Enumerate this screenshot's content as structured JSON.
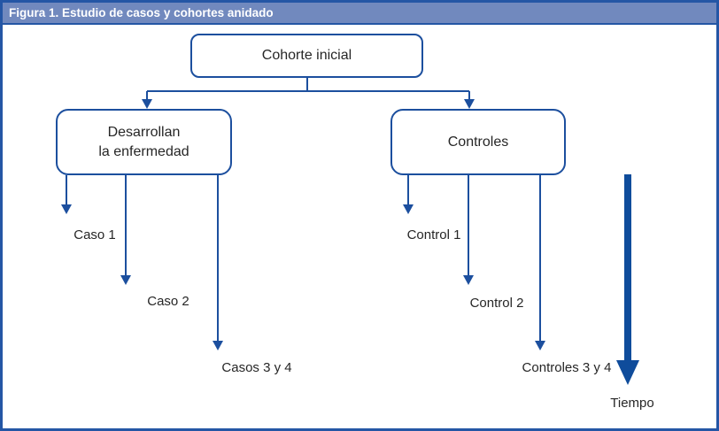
{
  "header": {
    "figure_label": "Figura 1.",
    "title": "Estudio de casos y cohortes anidado"
  },
  "flowchart": {
    "root_box": "Cohorte inicial",
    "cases_box": {
      "line1": "Desarrollan",
      "line2": "la enfermedad"
    },
    "controls_box": "Controles",
    "case_labels": [
      "Caso 1",
      "Caso 2",
      "Casos 3 y 4"
    ],
    "control_labels": [
      "Control 1",
      "Control 2",
      "Controles 3 y 4"
    ],
    "time_axis_label": "Tiempo"
  },
  "colors": {
    "outer_border": "#2456A5",
    "caption_bar_fill": "#7189BE",
    "caption_text": "#FFFFFF",
    "line_blue": "#1C4F9E",
    "time_arrow_blue": "#0F4C9B",
    "body_text": "#262626",
    "background": "#FFFFFF"
  }
}
